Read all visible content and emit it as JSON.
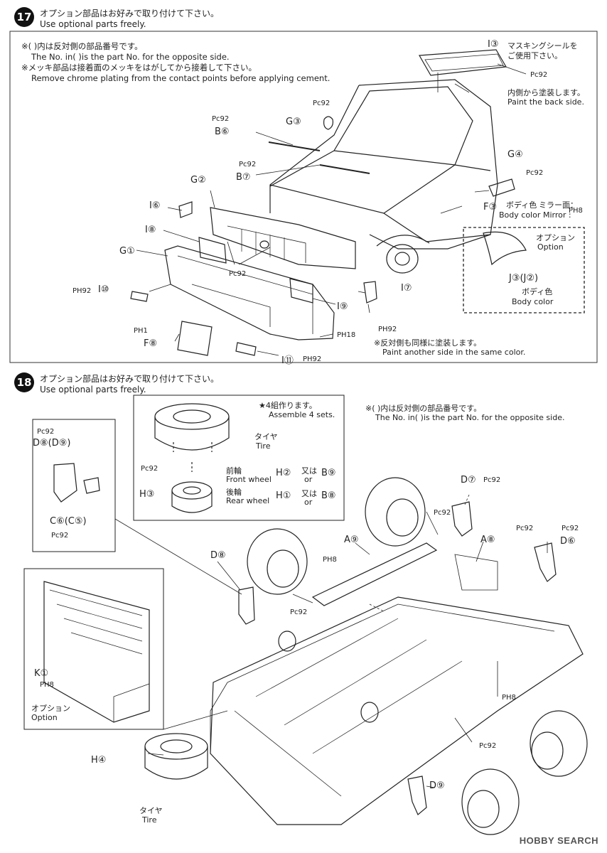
{
  "step17": {
    "number": "17",
    "title_jp": "オプション部品はお好みで取り付けて下さい。",
    "title_en": "Use optional parts freely.",
    "notes": [
      "※(  )内は反対側の部品番号です。",
      "The No. in(  )is the part No. for the opposite side.",
      "※メッキ部品は接着面のメッキをはがしてから接着して下さい。",
      "Remove chrome plating from the contact points before applying cement."
    ],
    "labels": {
      "i3": "I③",
      "i3_jp": "マスキングシールを",
      "i3_jp2": "ご使用下さい。",
      "pc92_roof": "Pc92",
      "back_jp": "内側から塗装します。",
      "back_en": "Paint the back side.",
      "pc92_g3": "Pc92",
      "g3": "G③",
      "pc92_b6": "Pc92",
      "b6": "B⑥",
      "pc92_b7": "Pc92",
      "b7": "B⑦",
      "g4": "G④",
      "pc92_g4": "Pc92",
      "g2": "G②",
      "i6": "I⑥",
      "f3": "F③",
      "body_color_jp": "ボディ色",
      "mirror_jp": "ミラー面：",
      "body_color_en": "Body color",
      "mirror_en": "Mirror :",
      "ph8": "PH8",
      "i8": "I⑧",
      "option_jp": "オプション",
      "option_en": "Option",
      "g1": "G①",
      "pc92_grille": "Pc92",
      "j3": "J③(J②)",
      "j3_jp": "ボディ色",
      "j3_en": "Body color",
      "ph92_i10": "PH92",
      "i10": "I⑩",
      "i7": "I⑦",
      "i9": "I⑨",
      "ph92_i7": "PH92",
      "ph1": "PH1",
      "f8": "F⑧",
      "ph18": "PH18",
      "i11": "I⑪",
      "ph92_i11": "PH92",
      "same_jp": "※反対側も同様に塗装します。",
      "same_en": "Paint another side in the same color."
    }
  },
  "step18": {
    "number": "18",
    "title_jp": "オプション部品はお好みで取り付けて下さい。",
    "title_en": "Use optional parts freely.",
    "labels": {
      "assemble_jp": "★4組作ります。",
      "assemble_en": "Assemble 4 sets.",
      "tire_jp": "タイヤ",
      "tire_en": "Tire",
      "pc92_hub": "Pc92",
      "front_jp": "前輪",
      "front_en": "Front wheel",
      "h2": "H②",
      "or_jp": "又は",
      "or_en": "or",
      "b9": "B⑨",
      "h3": "H③",
      "rear_jp": "後輪",
      "rear_en": "Rear wheel",
      "h1": "H①",
      "b8": "B⑧",
      "note_jp": "※(  )内は反対側の部品番号です。",
      "note_en": "The No. in(  )is the part No. for the opposite side.",
      "pc92_d8": "Pc92",
      "d8d9": "D⑧(D⑨)",
      "c6c5": "C⑥(C⑤)",
      "pc92_c6": "Pc92",
      "d7": "D⑦",
      "pc92_d7": "Pc92",
      "a9": "A⑨",
      "a8": "A⑧",
      "pc92_a8": "Pc92",
      "pc92_d6": "Pc92",
      "d6": "D⑥",
      "d8": "D⑧",
      "ph8_a9": "PH8",
      "pc92_a9": "Pc92",
      "pc92_mid": "Pc92",
      "k1": "K①",
      "ph8_k1": "PH8",
      "option_jp": "オプション",
      "option_en": "Option",
      "ph8_right": "PH8",
      "pc92_lower": "Pc92",
      "h4": "H④",
      "tire2_jp": "タイヤ",
      "tire2_en": "Tire",
      "d9": "D⑨"
    }
  },
  "watermark": "HOBBY SEARCH"
}
